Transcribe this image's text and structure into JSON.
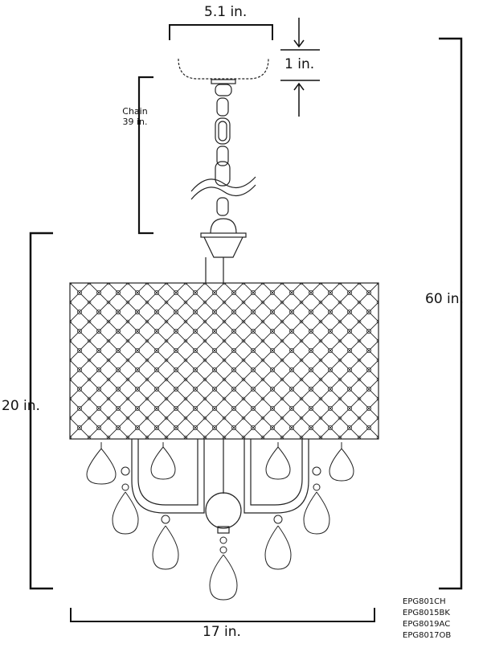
{
  "dimensions": {
    "canopy_width": "5.1 in.",
    "canopy_height": "1 in.",
    "chain_label": "Chain",
    "chain_length": "39 in.",
    "total_height": "60 in.",
    "fixture_height": "20 in.",
    "fixture_width": "17 in."
  },
  "models": [
    "EPG801CH",
    "EPG8015BK",
    "EPG8019AC",
    "EPG8017OB"
  ]
}
